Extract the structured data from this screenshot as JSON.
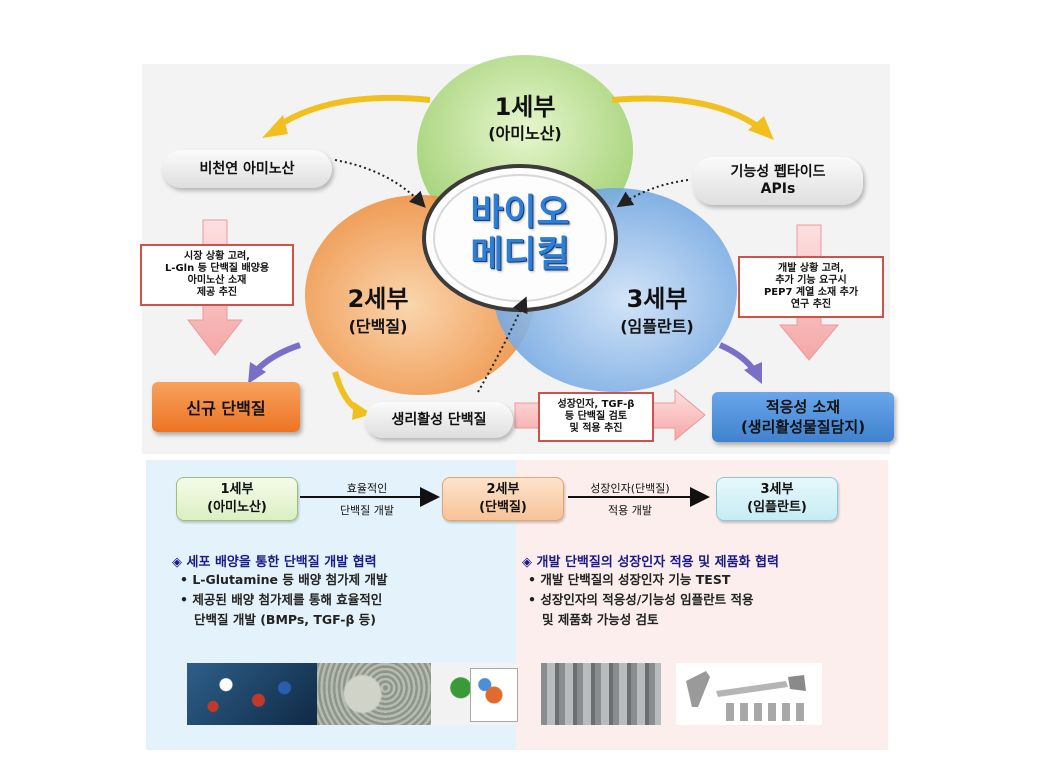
{
  "venn": {
    "center_line1": "바이오",
    "center_line2": "메디컬",
    "top_title": "1세부",
    "top_sub": "(아미노산)",
    "left_title": "2세부",
    "left_sub": "(단백질)",
    "right_title": "3세부",
    "right_sub": "(임플란트)"
  },
  "labels": {
    "non_natural_amino": "비천연 아미노산",
    "functional_peptide_1": "기능성 펩타이드",
    "functional_peptide_2": "APIs",
    "new_protein": "신규 단백질",
    "bioactive_protein": "생리활성 단백질",
    "adaptive_material_1": "적응성 소재",
    "adaptive_material_2": "(생리활성물질담지)"
  },
  "notes": {
    "left": "시장 상황 고려,\nL-Gln 등 단백질 배양용\n아미노산 소재\n제공 추진",
    "right": "개발 상황 고려,\n추가 기능 요구시\nPEP7 계열 소재 추가\n연구 추진",
    "bottom": "성장인자, TGF-β\n등 단백질 검토\n및 적용 추진"
  },
  "flow": {
    "box1_line1": "1세부",
    "box1_line2": "(아미노산)",
    "arrow1_top": "효율적인",
    "arrow1_bottom": "단백질 개발",
    "box2_line1": "2세부",
    "box2_line2": "(단백질)",
    "arrow2_top": "성장인자(단백질)",
    "arrow2_bottom": "적용 개발",
    "box3_line1": "3세부",
    "box3_line2": "(임플란트)"
  },
  "left_panel": {
    "heading": "◈ 세포 배양을 통한 단백질 개발 협력",
    "bullet1": "• L-Glutamine 등 배양 첨가제 개발",
    "bullet2_line1": "• 제공된 배양 첨가제를 통해 효율적인",
    "bullet2_line2": "단백질 개발 (BMPs, TGF-β 등)"
  },
  "right_panel": {
    "heading": "◈ 개발 단백질의 성장인자 적용 및 제품화 협력",
    "bullet1": "• 개발 단백질의 성장인자 기능 TEST",
    "bullet2_line1": "• 성장인자의 적응성/기능성 임플란트 적용",
    "bullet2_line2": "및 제품화 가능성 검토"
  },
  "colors": {
    "circle_top": "#b9e08a",
    "circle_left": "#f5a35a",
    "circle_right": "#8ab8ea",
    "new_protein_box": "#f07f2b",
    "adaptive_box": "#4f8fd6",
    "yellow_arrow": "#f2c01e",
    "pink_arrow": "#f8b6b6"
  }
}
